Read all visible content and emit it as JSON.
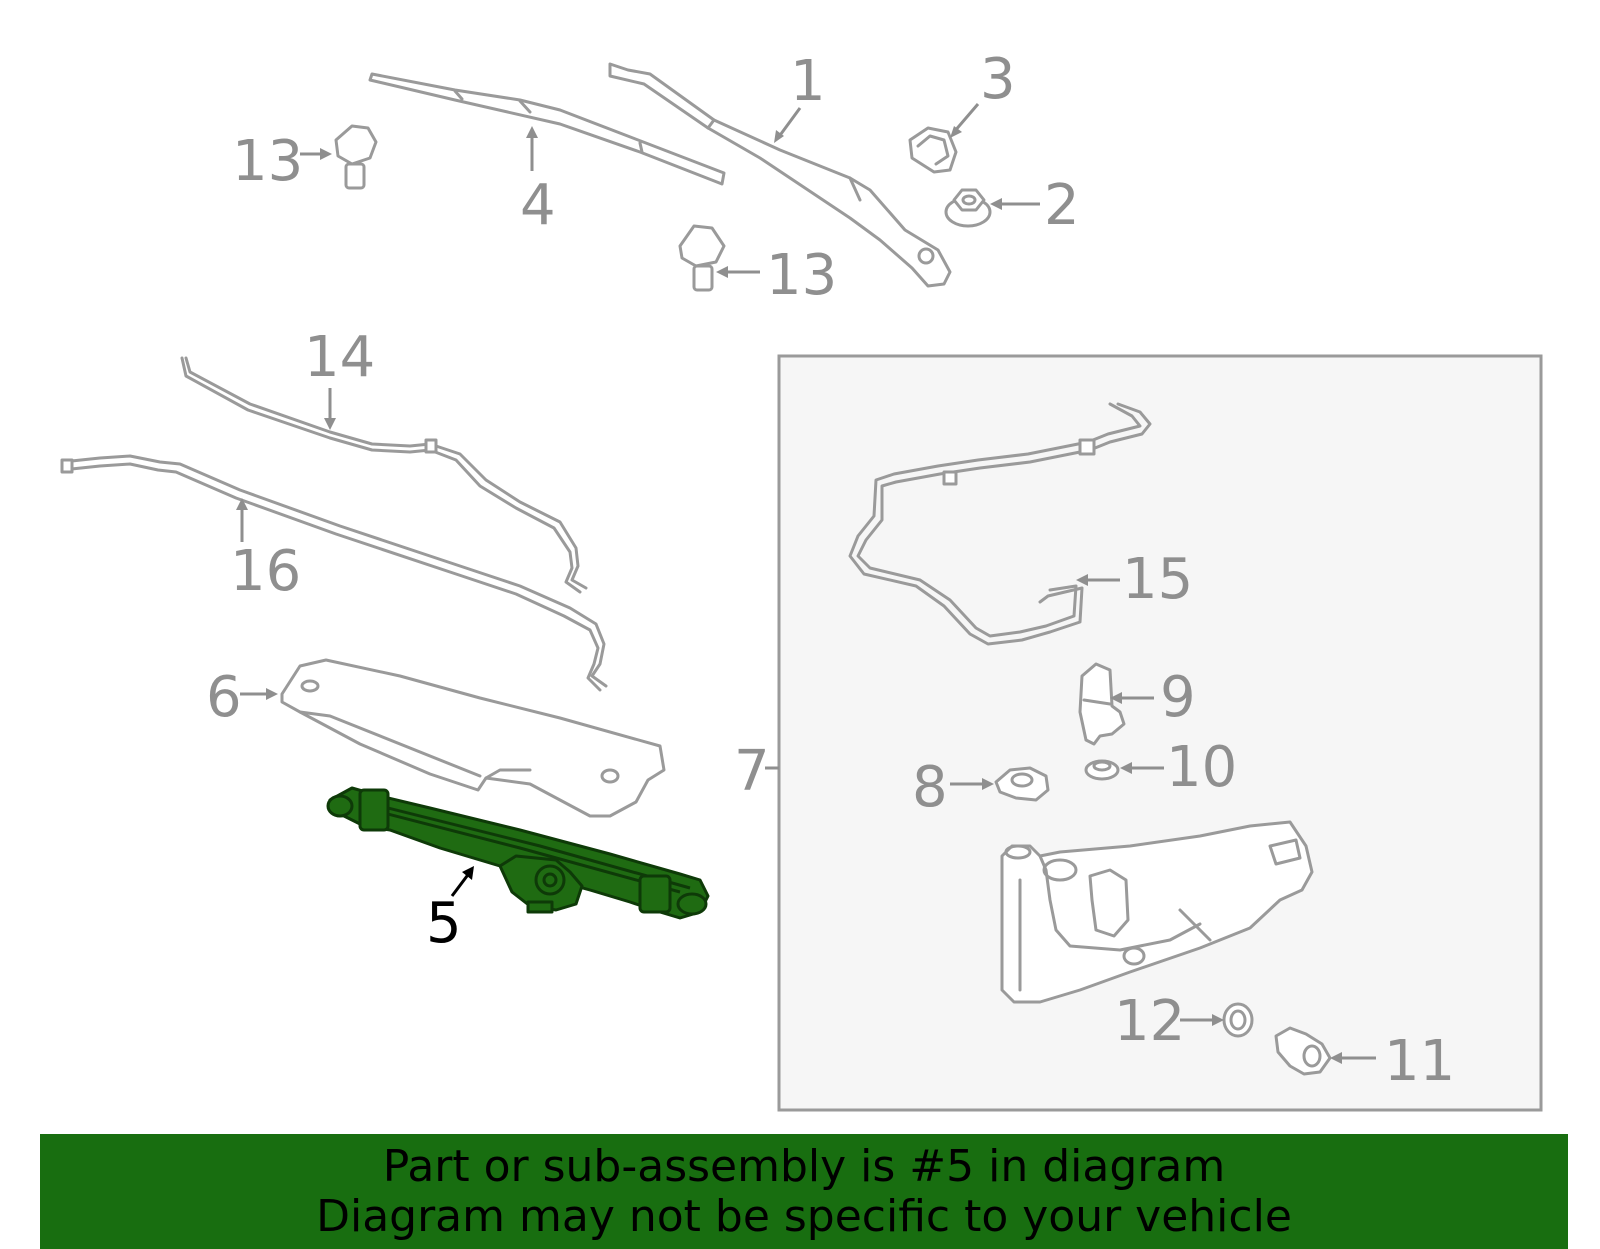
{
  "callouts": {
    "c1": "1",
    "c2": "2",
    "c3": "3",
    "c4": "4",
    "c5": "5",
    "c6": "6",
    "c7": "7",
    "c8": "8",
    "c9": "9",
    "c10": "10",
    "c11": "11",
    "c12": "12",
    "c13a": "13",
    "c13b": "13",
    "c14": "14",
    "c15": "15",
    "c16": "16"
  },
  "highlighted_part": "5",
  "colors": {
    "highlight": "#1f6b12",
    "banner": "#186e10",
    "part_outline": "#9a9a9a",
    "inset_background": "#f6f6f6"
  },
  "banner": {
    "line1": "Part or sub-assembly is #5 in diagram",
    "line2": "Diagram may not be specific to your vehicle"
  }
}
